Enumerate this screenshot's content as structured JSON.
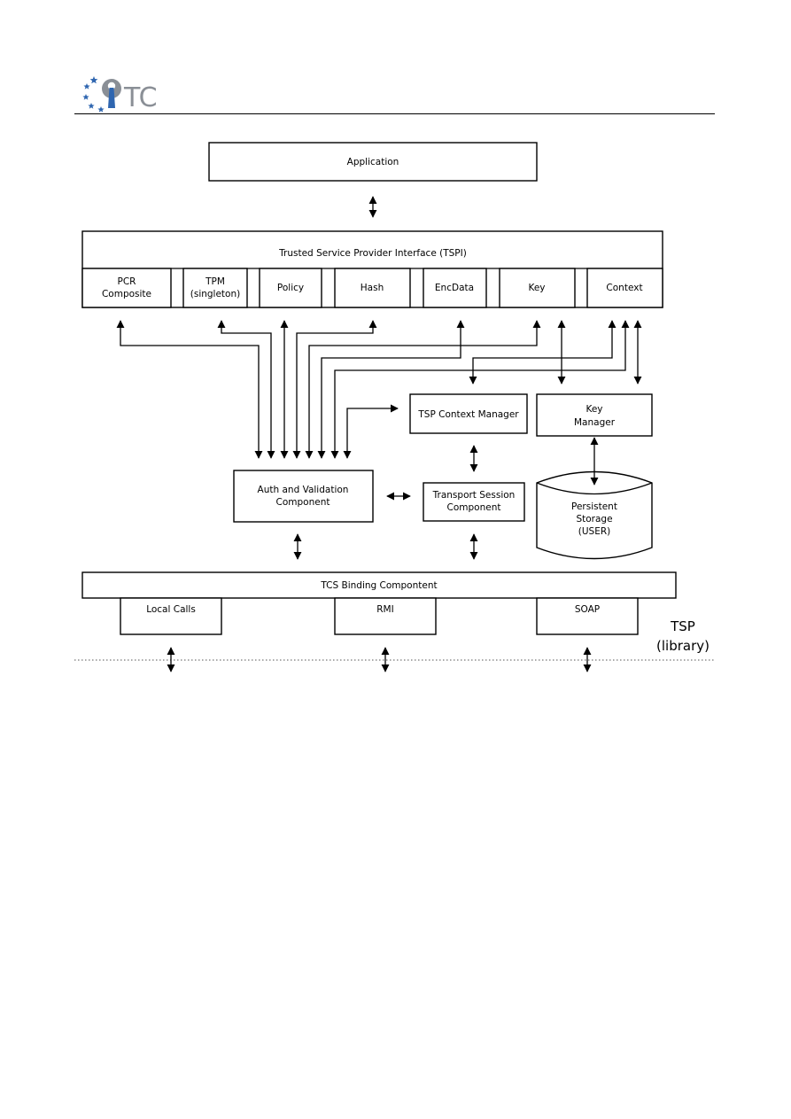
{
  "header": {
    "logo_text": "TC",
    "colors": {
      "logo_blue": "#2f66b0",
      "logo_gray": "#8a8f96"
    }
  },
  "diagram": {
    "application": "Application",
    "tspi": {
      "title": "Trusted Service Provider Interface (TSPI)",
      "pcr_line1": "PCR",
      "pcr_line2": "Composite",
      "tpm_line1": "TPM",
      "tpm_line2": "(singleton)",
      "policy": "Policy",
      "hash": "Hash",
      "encdata": "EncData",
      "key": "Key",
      "context": "Context"
    },
    "tsp_context_manager": "TSP Context Manager",
    "key_manager_line1": "Key",
    "key_manager_line2": "Manager",
    "auth_line1": "Auth and Validation",
    "auth_line2": "Component",
    "transport_line1": "Transport Session",
    "transport_line2": "Component",
    "storage_line1": "Persistent",
    "storage_line2": "Storage",
    "storage_line3": "(USER)",
    "tcs_binding": "TCS Binding Compontent",
    "local_calls": "Local Calls",
    "rmi": "RMI",
    "soap": "SOAP",
    "tsp_label_line1": "TSP",
    "tsp_label_line2": "(library)"
  }
}
